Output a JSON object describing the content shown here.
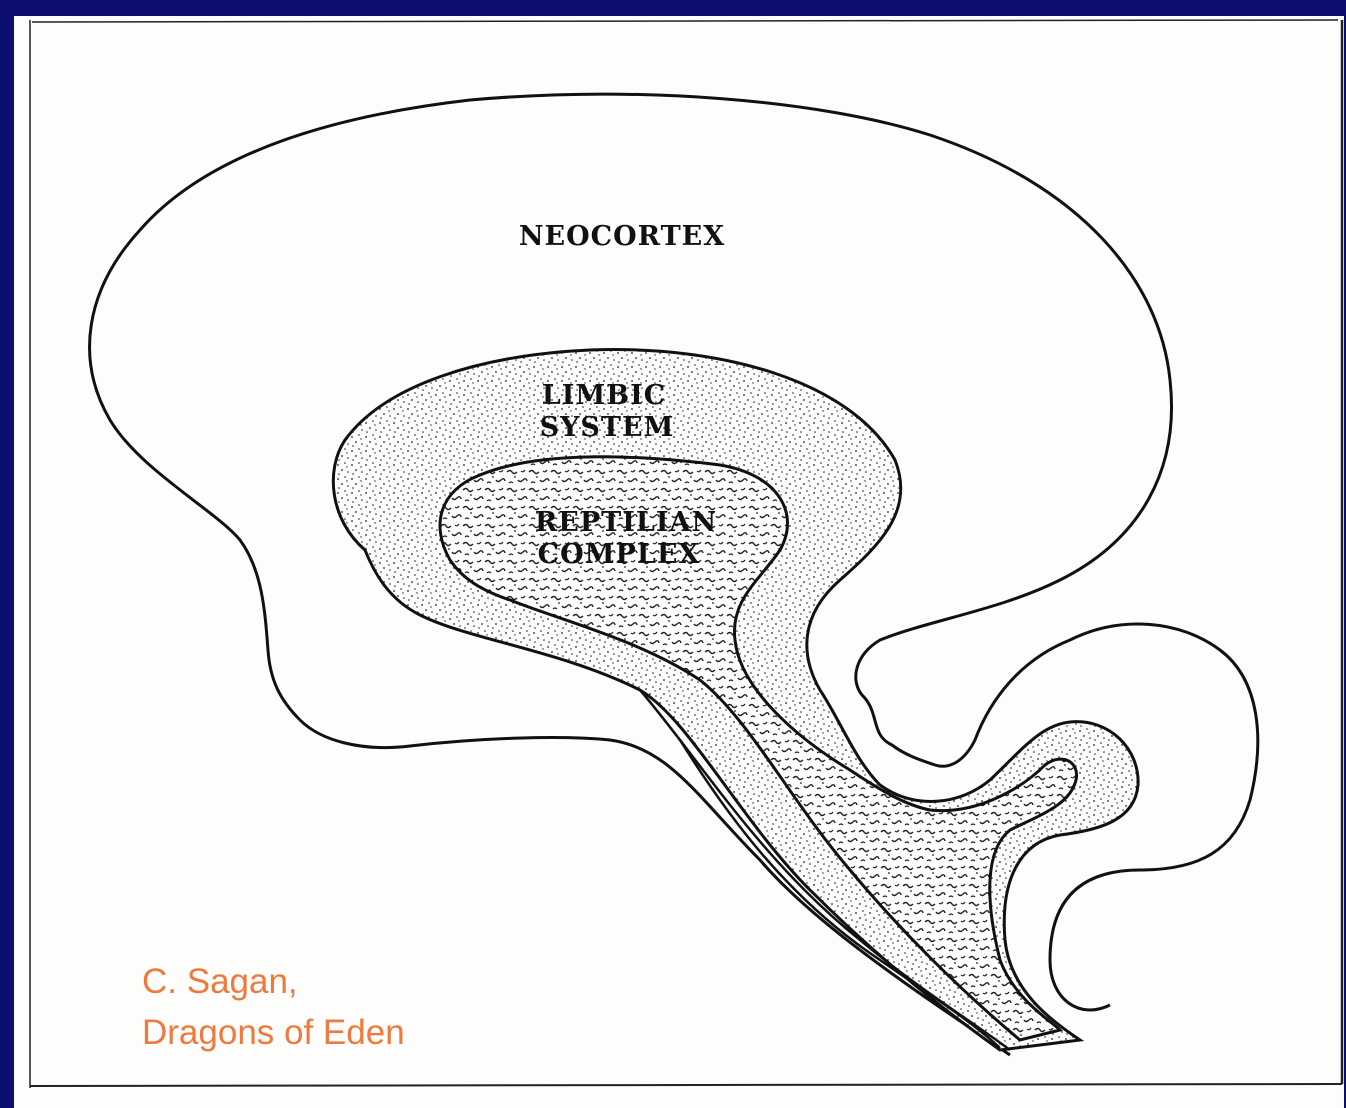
{
  "diagram": {
    "labels": {
      "neocortex": "NEOCORTEX",
      "limbic_line1": "LIMBIC",
      "limbic_line2": "SYSTEM",
      "reptilian_line1": "REPTILIAN",
      "reptilian_line2": "COMPLEX"
    }
  },
  "credit": {
    "line1": "C. Sagan,",
    "line2": "Dragons of Eden"
  },
  "colors": {
    "background": "#0d0f6e",
    "panel": "#fdfdfb",
    "ink": "#111111",
    "credit": "#ee7a3e"
  }
}
